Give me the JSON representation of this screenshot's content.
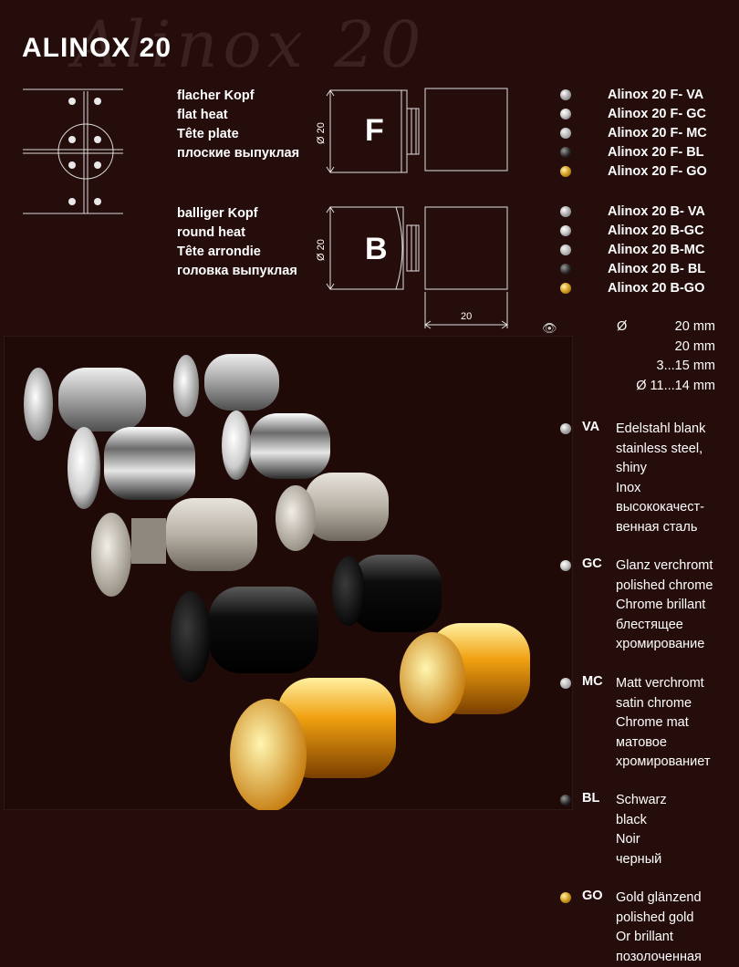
{
  "title": "ALINOX 20",
  "watermark": "Alinox 20",
  "flat_head": {
    "letter": "F",
    "dim": "Ø 20",
    "labels": [
      "flacher Kopf",
      "flat heat",
      "Tête plate",
      "плоские выпуклая"
    ]
  },
  "round_head": {
    "letter": "B",
    "dim": "Ø 20",
    "labels": [
      "balliger Kopf",
      "round heat",
      "Tête arrondie",
      "головка выпуклая"
    ]
  },
  "width_dim": "20",
  "codes_f": [
    {
      "label": "Alinox 20 F- VA",
      "finish": "va"
    },
    {
      "label": "Alinox 20 F- GC",
      "finish": "gc"
    },
    {
      "label": "Alinox 20 F- MC",
      "finish": "mc"
    },
    {
      "label": "Alinox 20 F- BL",
      "finish": "bl"
    },
    {
      "label": "Alinox 20 F- GO",
      "finish": "go"
    }
  ],
  "codes_b": [
    {
      "label": "Alinox 20 B- VA",
      "finish": "va"
    },
    {
      "label": "Alinox 20 B-GC",
      "finish": "gc"
    },
    {
      "label": "Alinox 20 B-MC",
      "finish": "mc"
    },
    {
      "label": "Alinox 20 B- BL",
      "finish": "bl"
    },
    {
      "label": "Alinox 20 B-GO",
      "finish": "go"
    }
  ],
  "specs": [
    {
      "icon": "eye-icon",
      "prefix": "Ø",
      "value": "20 mm"
    },
    {
      "icon": "clamp-icon",
      "prefix": "",
      "value": "20 mm"
    },
    {
      "icon": "glass-thickness-icon",
      "prefix": "",
      "value": "3...15 mm"
    },
    {
      "icon": "drill-icon",
      "prefix": "",
      "value": "Ø 11...14 mm"
    }
  ],
  "finishes": [
    {
      "code": "VA",
      "finish": "va",
      "lines": [
        "Edelstahl blank",
        "stainless steel,",
        "shiny",
        "Inox",
        "высококачест-",
        "венная сталь"
      ]
    },
    {
      "code": "GC",
      "finish": "gc",
      "lines": [
        "Glanz verchromt",
        "polished chrome",
        "Chrome brillant",
        "блестящее",
        "хромирование"
      ]
    },
    {
      "code": "MC",
      "finish": "mc",
      "lines": [
        "Matt verchromt",
        "satin chrome",
        "Chrome mat",
        "матовое",
        "хромированиет"
      ]
    },
    {
      "code": "BL",
      "finish": "bl",
      "lines": [
        "Schwarz",
        "black",
        "Noir",
        "черный"
      ]
    },
    {
      "code": "GO",
      "finish": "go",
      "lines": [
        "Gold glänzend",
        "polished gold",
        "Or brillant",
        "позолоченная"
      ]
    }
  ]
}
